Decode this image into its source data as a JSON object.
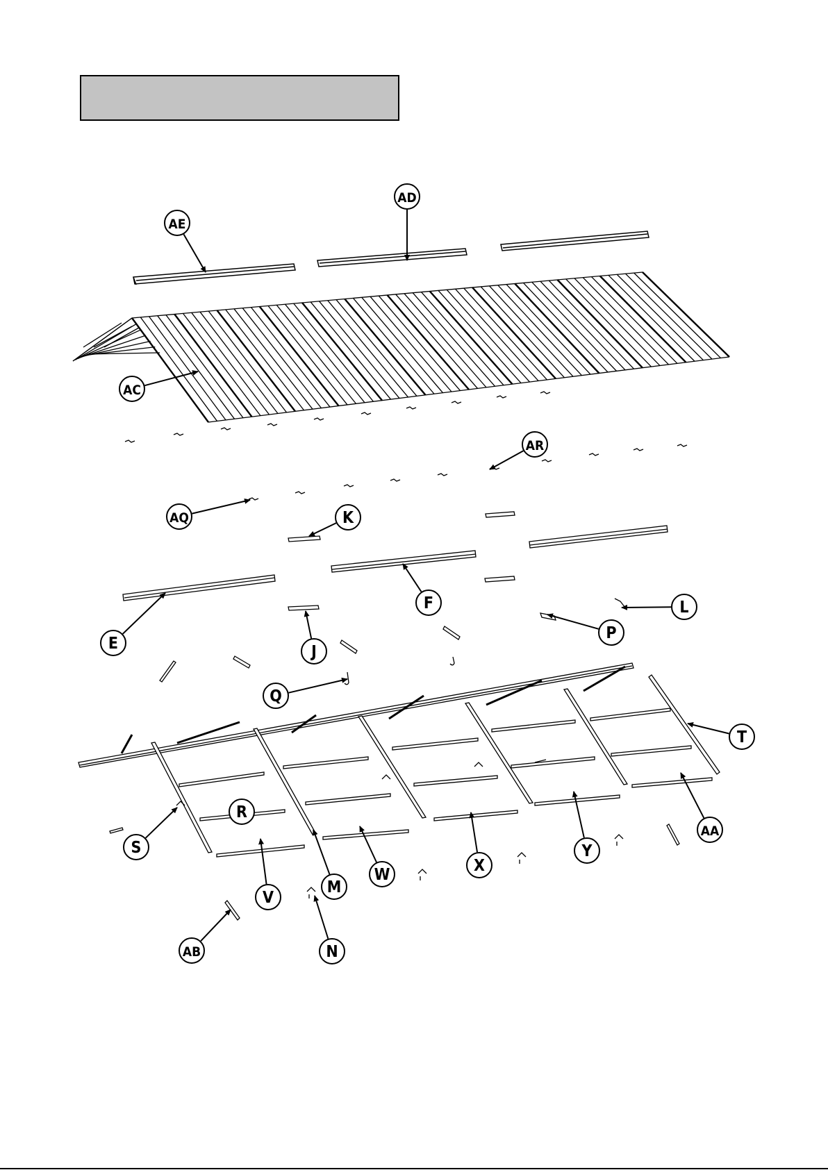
{
  "header": {
    "title": ""
  },
  "diagram": {
    "callouts": [
      {
        "id": "AD"
      },
      {
        "id": "AE"
      },
      {
        "id": "AC"
      },
      {
        "id": "AR"
      },
      {
        "id": "AQ"
      },
      {
        "id": "K"
      },
      {
        "id": "F"
      },
      {
        "id": "E"
      },
      {
        "id": "L"
      },
      {
        "id": "P"
      },
      {
        "id": "J"
      },
      {
        "id": "Q"
      },
      {
        "id": "T"
      },
      {
        "id": "S"
      },
      {
        "id": "R"
      },
      {
        "id": "AA"
      },
      {
        "id": "Y"
      },
      {
        "id": "X"
      },
      {
        "id": "W"
      },
      {
        "id": "V"
      },
      {
        "id": "M"
      },
      {
        "id": "AB"
      },
      {
        "id": "N"
      }
    ]
  },
  "colors": {
    "line": "#000000",
    "box_fill": "#c3c3c3",
    "background": "#ffffff"
  }
}
